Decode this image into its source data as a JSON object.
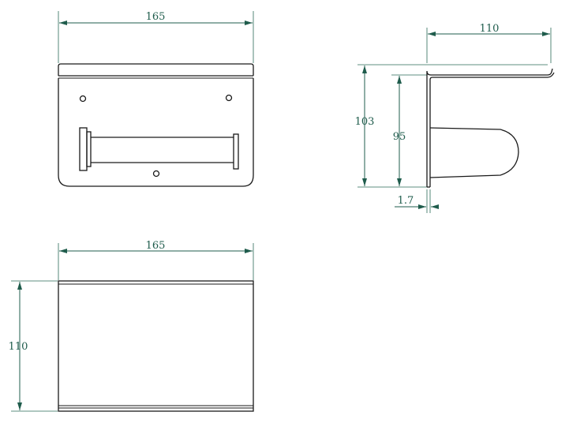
{
  "colors": {
    "dimension": "#1f5c4c",
    "outline": "#1a1a1a",
    "background": "#ffffff"
  },
  "front_view": {
    "width_label": "165"
  },
  "side_view": {
    "depth_label": "110",
    "total_height_label": "103",
    "back_height_label": "95",
    "thickness_label": "1.7"
  },
  "top_view": {
    "width_label": "165",
    "depth_label": "110"
  }
}
